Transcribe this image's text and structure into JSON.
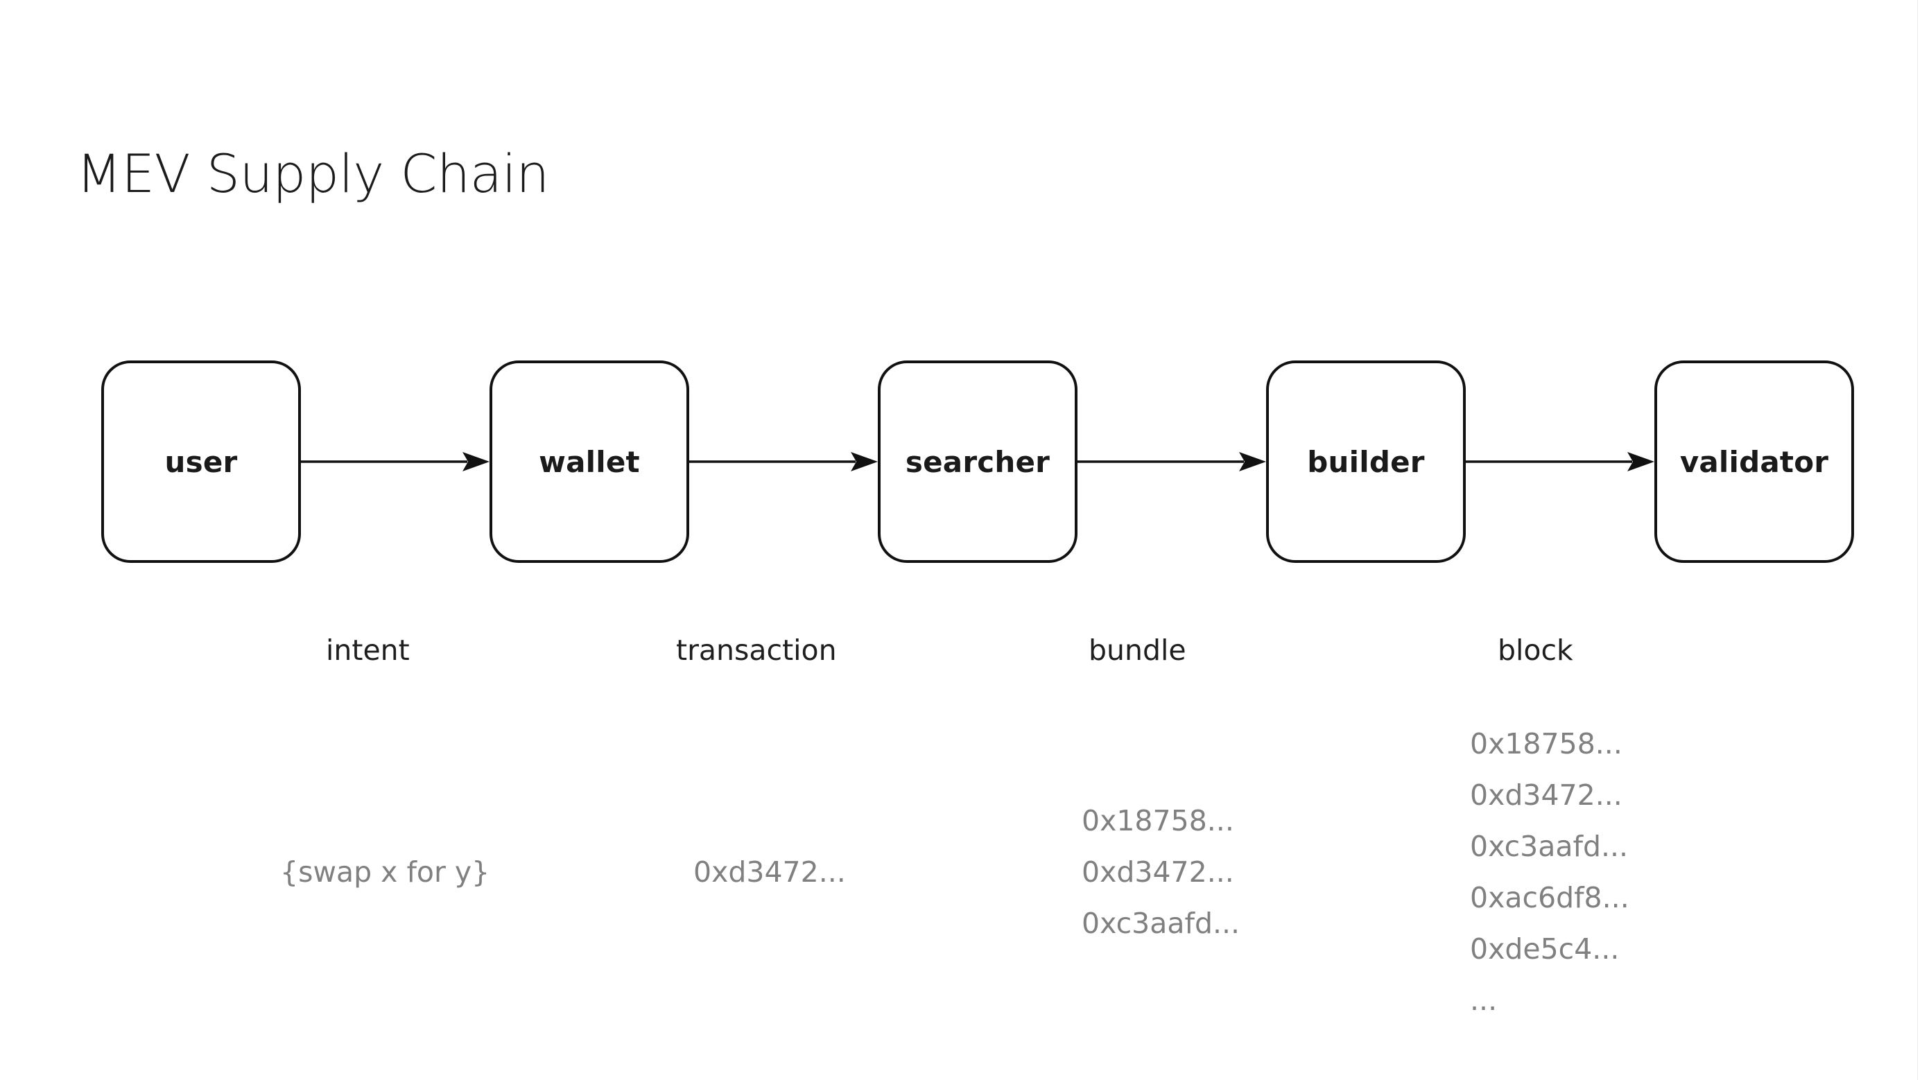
{
  "page": {
    "title": "MEV Supply Chain",
    "background_color": "#ffffff"
  },
  "colors": {
    "node_border": "#111111",
    "node_fill": "#ffffff",
    "node_text": "#1a1a1a",
    "edge_label_text": "#1f1f1f",
    "payload_text": "#808080",
    "arrow": "#111111",
    "title_text": "#1b1b1b"
  },
  "diagram": {
    "type": "flow-chain",
    "orientation": "left-to-right",
    "nodes": [
      {
        "id": "user",
        "label": "user"
      },
      {
        "id": "wallet",
        "label": "wallet"
      },
      {
        "id": "searcher",
        "label": "searcher"
      },
      {
        "id": "builder",
        "label": "builder"
      },
      {
        "id": "validator",
        "label": "validator"
      }
    ],
    "edges": [
      {
        "from": "user",
        "to": "wallet",
        "label": "intent",
        "payload": [
          "{swap x for y}"
        ]
      },
      {
        "from": "wallet",
        "to": "searcher",
        "label": "transaction",
        "payload": [
          "0xd3472..."
        ]
      },
      {
        "from": "searcher",
        "to": "builder",
        "label": "bundle",
        "payload": [
          "0x18758...",
          "0xd3472...",
          "0xc3aafd..."
        ]
      },
      {
        "from": "builder",
        "to": "validator",
        "label": "block",
        "payload": [
          "0x18758...",
          "0xd3472...",
          "0xc3aafd...",
          "0xac6df8...",
          "0xde5c4...",
          "..."
        ]
      }
    ]
  }
}
